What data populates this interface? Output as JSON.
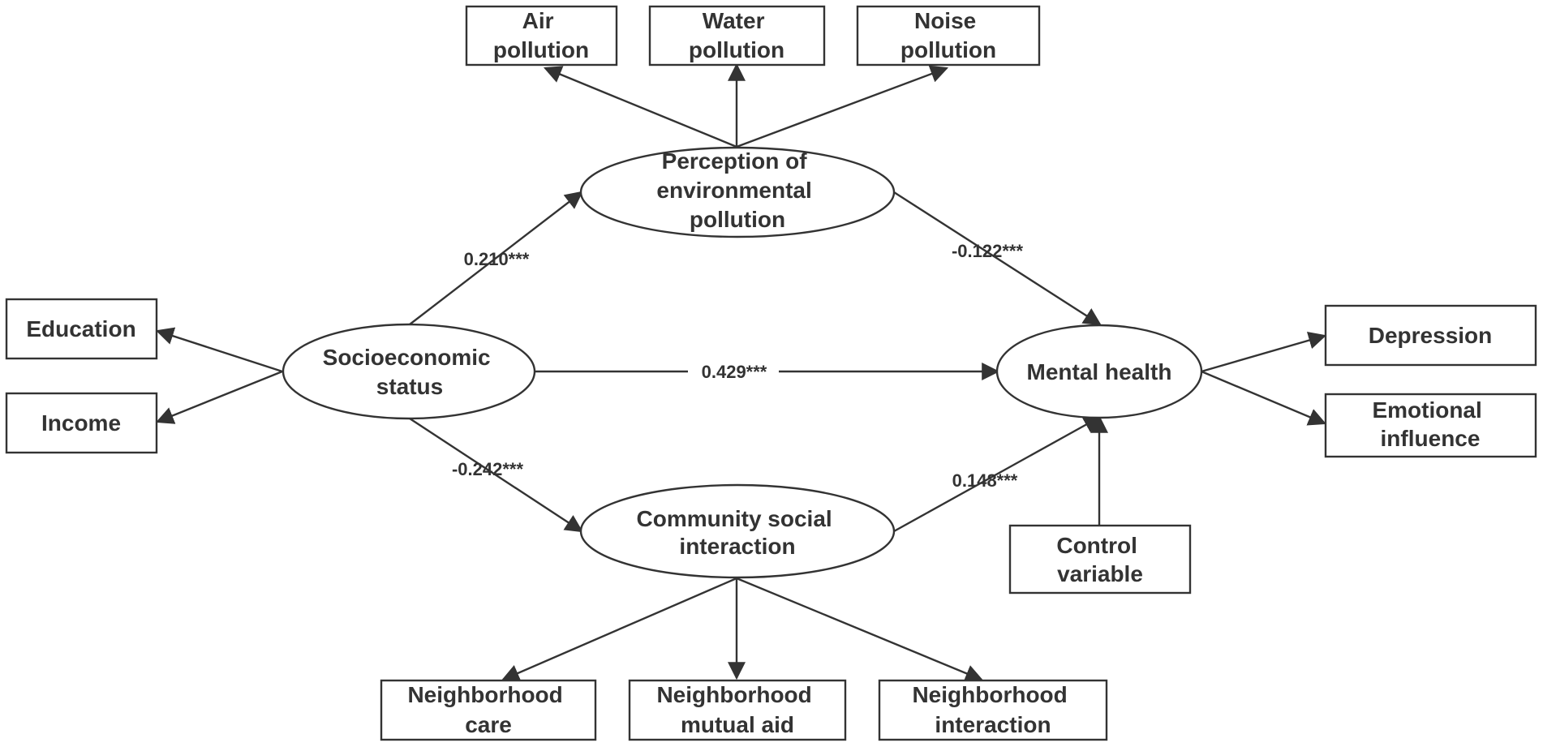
{
  "diagram": {
    "indicators": {
      "air_pollution": [
        "Air",
        "pollution"
      ],
      "water_pollution": [
        "Water",
        "pollution"
      ],
      "noise_pollution": [
        "Noise",
        "pollution"
      ],
      "education": [
        "Education"
      ],
      "income": [
        "Income"
      ],
      "depression": [
        "Depression"
      ],
      "emotional_influence": [
        "Emotional",
        "influence"
      ],
      "control_variable": [
        "Control",
        "variable"
      ],
      "neighborhood_care": [
        "Neighborhood",
        "care"
      ],
      "neighborhood_mutual_aid": [
        "Neighborhood",
        "mutual aid"
      ],
      "neighborhood_interaction": [
        "Neighborhood",
        "interaction"
      ]
    },
    "latents": {
      "perception": [
        "Perception of",
        "environmental",
        "pollution"
      ],
      "ses": [
        "Socioeconomic",
        "status"
      ],
      "mental_health": [
        "Mental health"
      ],
      "community": [
        "Community social",
        "interaction"
      ]
    },
    "coefficients": {
      "ses_to_perception": "0.210***",
      "perception_to_mental": "-0.122***",
      "ses_to_mental": "0.429***",
      "ses_to_community": "-0.242***",
      "community_to_mental": "0.148***"
    },
    "colors": {
      "stroke": "#333333",
      "text": "#333333",
      "background": "#ffffff"
    }
  }
}
